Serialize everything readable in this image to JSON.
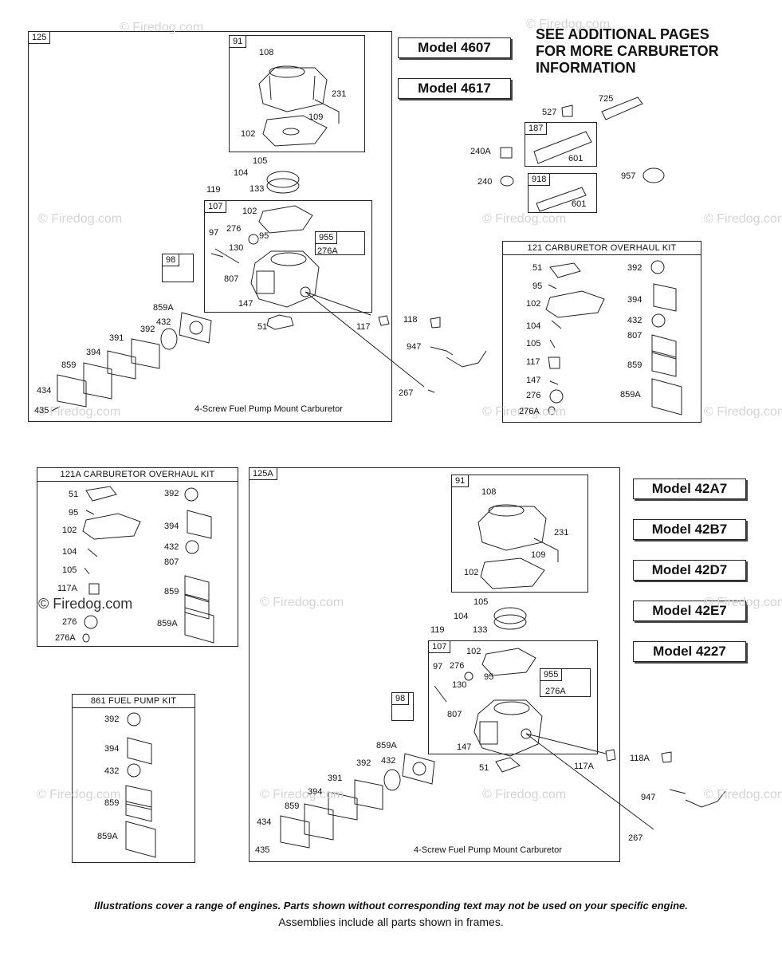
{
  "header_note": [
    "SEE ADDITIONAL PAGES",
    "FOR MORE CARBURETOR",
    "INFORMATION"
  ],
  "models_top": [
    "Model 4607",
    "Model 4617"
  ],
  "models_bottom": [
    "Model 42A7",
    "Model 42B7",
    "Model 42D7",
    "Model 42E7",
    "Model 4227"
  ],
  "watermark": "© Firedog.com",
  "frames": {
    "f125": "125",
    "f91": "91",
    "f107": "107",
    "f98": "98",
    "f955": "955",
    "f187": "187",
    "f918": "918",
    "f125a": "125A",
    "f91b": "91",
    "f107b": "107",
    "f98b": "98",
    "f955b": "955"
  },
  "kit_titles": {
    "k121": "121 CARBURETOR OVERHAUL KIT",
    "k121a": "121A CARBURETOR OVERHAUL KIT",
    "k861": "861 FUEL PUMP KIT"
  },
  "captions": {
    "top": "4-Screw Fuel Pump Mount Carburetor",
    "bottom": "4-Screw Fuel Pump Mount Carburetor"
  },
  "footer": {
    "line1": "Illustrations cover a range of engines. Parts shown without corresponding text may not be used on your specific engine.",
    "line2": "Assemblies include all parts shown in frames."
  },
  "labels": {
    "a108": "108",
    "a231": "231",
    "a109": "109",
    "a102": "102",
    "a105": "105",
    "a104": "104",
    "a133": "133",
    "a119": "119",
    "a102b": "102",
    "a97": "97",
    "a276": "276",
    "a95": "95",
    "a130": "130",
    "a276A": "276A",
    "a807": "807",
    "a147": "147",
    "a51": "51",
    "a117": "117",
    "a859A": "859A",
    "a432": "432",
    "a392": "392",
    "a391": "391",
    "a394": "394",
    "a859": "859",
    "a434": "434",
    "a435": "435",
    "a118": "118",
    "a947": "947",
    "a267": "267",
    "a527": "527",
    "a725": "725",
    "a240A": "240A",
    "a601": "601",
    "a240": "240",
    "a601b": "601",
    "a957": "957",
    "k1_51": "51",
    "k1_95": "95",
    "k1_102": "102",
    "k1_104": "104",
    "k1_105": "105",
    "k1_117": "117",
    "k1_147": "147",
    "k1_276": "276",
    "k1_276A": "276A",
    "k1_392": "392",
    "k1_394": "394",
    "k1_432": "432",
    "k1_807": "807",
    "k1_859": "859",
    "k1_859A": "859A",
    "k2_51": "51",
    "k2_95": "95",
    "k2_102": "102",
    "k2_104": "104",
    "k2_105": "105",
    "k2_117A": "117A",
    "k2_276": "276",
    "k2_276A": "276A",
    "k2_392": "392",
    "k2_394": "394",
    "k2_432": "432",
    "k2_807": "807",
    "k2_859": "859",
    "k2_859A": "859A",
    "k3_392": "392",
    "k3_394": "394",
    "k3_432": "432",
    "k3_859": "859",
    "k3_859A": "859A",
    "b108": "108",
    "b231": "231",
    "b109": "109",
    "b102": "102",
    "b105": "105",
    "b104": "104",
    "b119": "119",
    "b133": "133",
    "b102b": "102",
    "b97": "97",
    "b276": "276",
    "b95": "95",
    "b130": "130",
    "b276A": "276A",
    "b807": "807",
    "b147": "147",
    "b51": "51",
    "b117A": "117A",
    "b859A": "859A",
    "b432": "432",
    "b392": "392",
    "b391": "391",
    "b394": "394",
    "b859": "859",
    "b434": "434",
    "b435": "435",
    "b118A": "118A",
    "b947": "947",
    "b267": "267"
  }
}
